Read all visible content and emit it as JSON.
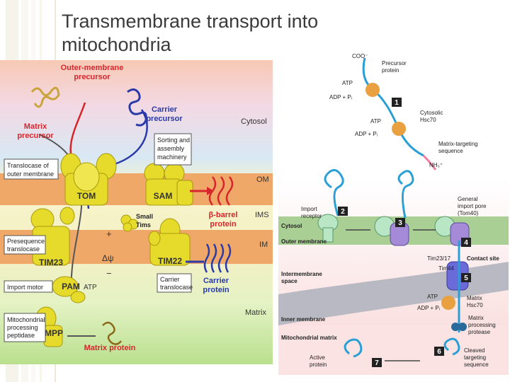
{
  "slide": {
    "title": "Transmembrane transport into mitochondria",
    "title_line1": "Transmembrane transport into",
    "title_line2": "mitochondria"
  },
  "left_figure": {
    "outer_membrane_precursor": [
      "Outer-membrane",
      "precursor"
    ],
    "carrier_precursor": [
      "Carrier",
      "precursor"
    ],
    "matrix_precursor": [
      "Matrix",
      "precursor"
    ],
    "cytosol": "Cytosol",
    "sorting_machinery": [
      "Sorting and",
      "assembly",
      "machinery"
    ],
    "tom_translocase": [
      "Translocase of",
      "outer membrane"
    ],
    "tom": "TOM",
    "sam": "SAM",
    "om": "OM",
    "small_tims": [
      "Small",
      "Tims"
    ],
    "beta_barrel": [
      "β-barrel",
      "protein"
    ],
    "ims": "IMS",
    "presequence_translocase": [
      "Presequence",
      "translocase"
    ],
    "plus_sign": "+",
    "minus_sign": "−",
    "delta_psi": "Δψ",
    "tim23": "TIM23",
    "tim22": "TIM22",
    "im": "IM",
    "import_motor": "Import motor",
    "pam": "PAM",
    "atp": "ATP",
    "carrier_translocase": [
      "Carrier",
      "translocase"
    ],
    "carrier_protein": [
      "Carrier",
      "protein"
    ],
    "matrix": "Matrix",
    "mpp_label": [
      "Mitochondrial",
      "processing",
      "peptidase"
    ],
    "mpp": "MPP",
    "matrix_protein": "Matrix protein"
  },
  "right_figure": {
    "coo": "COO⁻",
    "precursor_protein": [
      "Precursor",
      "protein"
    ],
    "atp1": "ATP",
    "adp1": "ADP + Pᵢ",
    "step1": "1",
    "atp2": "ATP",
    "adp2": "ADP + Pᵢ",
    "cytosolic_hsc70": [
      "Cytosolic",
      "Hsc70"
    ],
    "matrix_targeting": [
      "Matrix-targeting",
      "sequence"
    ],
    "nh3": "NH₃⁺",
    "import_receptor": [
      "Import",
      "receptor"
    ],
    "step2": "2",
    "general_pore": [
      "General",
      "import pore",
      "(Tom40)"
    ],
    "cytosol": "Cytosol",
    "step3": "3",
    "outer_membrane": "Outer membrane",
    "step4": "4",
    "tim2317": "Tim23/17",
    "contact_site": "Contact site",
    "tim44": "Tim44",
    "intermembrane_space": [
      "Intermembrane",
      "space"
    ],
    "step5": "5",
    "atp3": "ATP",
    "adp3": "ADP + Pᵢ",
    "matrix_hsc70": [
      "Matrix",
      "Hsc70"
    ],
    "inner_membrane": "Inner membrane",
    "matrix_protease": [
      "Matrix",
      "processing",
      "protease"
    ],
    "mito_matrix": "Mitochondrial matrix",
    "step6": "6",
    "active_protein": [
      "Active",
      "protein"
    ],
    "step7": "7",
    "cleaved": [
      "Cleaved",
      "targeting",
      "sequence"
    ]
  },
  "colors": {
    "title": "#3b3b3b",
    "red_label": "#d7262b",
    "blue_label": "#2a3aa8",
    "yellow_complex": "#e6da2a",
    "membrane_orange": "#f0a868",
    "protein_blue": "#2a9fd6"
  }
}
